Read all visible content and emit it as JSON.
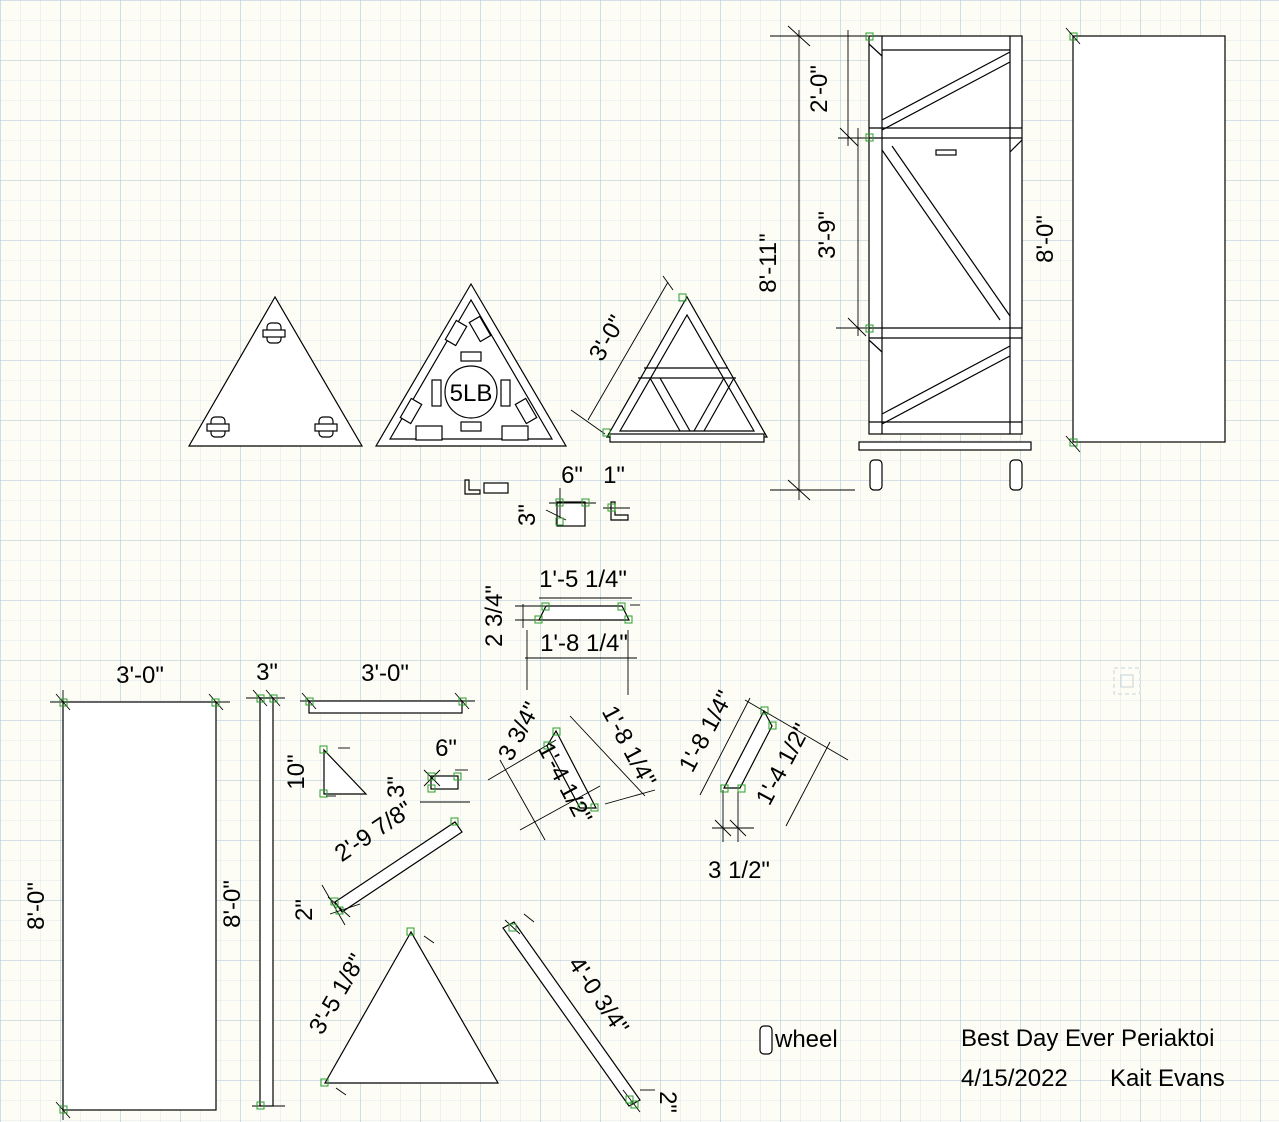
{
  "title_block": {
    "title": "Best Day Ever Periaktoi",
    "date": "4/15/2022",
    "author": "Kait Evans"
  },
  "legend": {
    "wheel_label": "wheel"
  },
  "triangle_views": {
    "weight_label": "5LB",
    "side_dim": "3'-0\""
  },
  "front_elevation": {
    "total_height": "8'-11\"",
    "top_section": "2'-0\"",
    "mid_section": "3'-9\"",
    "panel_height": "8'-0\""
  },
  "small_details": {
    "bracket_width": "6\"",
    "bracket_height": "3\"",
    "bracket_lip": "1\""
  },
  "shelf_cleat": {
    "inner_length": "1'-5 1/4\"",
    "depth": "2 3/4\"",
    "outer_length": "1'-8 1/4\""
  },
  "panel_cut": {
    "width": "3'-0\"",
    "height": "8'-0\""
  },
  "stile_cut": {
    "width": "3\"",
    "height": "8'-0\""
  },
  "top_rail_cut": {
    "length": "3'-0\""
  },
  "gusset": {
    "height": "10\""
  },
  "block": {
    "width": "6\"",
    "height": "3\""
  },
  "diagonal_brace": {
    "length": "2'-9 7/8\"",
    "width": "2\""
  },
  "angled_cleat_left": {
    "width": "3 3/4\"",
    "outer": "1'-8 1/4\"",
    "inner": "1'-4 1/2\""
  },
  "angled_cleat_right": {
    "outer": "1'-8 1/4\"",
    "inner": "1'-4 1/2\"",
    "width": "3 1/2\""
  },
  "triangle_cut": {
    "side": "3'-5 1/8\""
  },
  "long_brace": {
    "length": "4'-0 3/4\"",
    "width": "2\""
  }
}
